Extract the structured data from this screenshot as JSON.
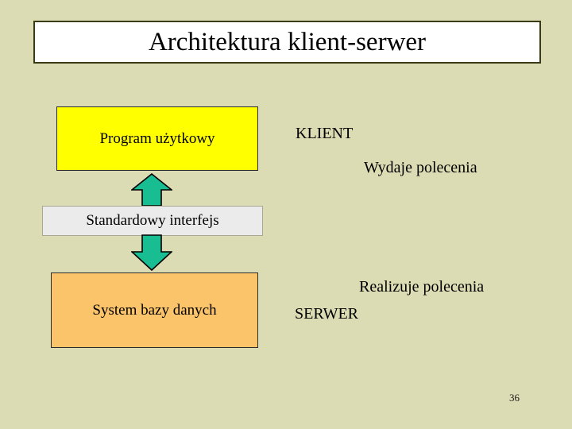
{
  "slide": {
    "background_color": "#dcdcb4",
    "title": "Architektura klient-serwer",
    "page_number": "36"
  },
  "diagram": {
    "boxes": [
      {
        "id": "program",
        "label": "Program użytkowy",
        "fill": "#ffff00",
        "border": "#2b2b2b"
      },
      {
        "id": "interface",
        "label": "Standardowy interfejs",
        "fill": "#ebebeb",
        "border": "#a8a894"
      },
      {
        "id": "database",
        "label": "System bazy danych",
        "fill": "#fbc36a",
        "border": "#2b2b2b"
      }
    ],
    "arrows": [
      {
        "id": "arrow-up",
        "direction": "up",
        "fill": "#19bd92",
        "border": "#000000"
      },
      {
        "id": "arrow-down",
        "direction": "down",
        "fill": "#19bd92",
        "border": "#000000"
      }
    ],
    "annotations": [
      {
        "id": "klient",
        "text": "KLIENT"
      },
      {
        "id": "wydaje-polecenia",
        "text": "Wydaje polecenia"
      },
      {
        "id": "realizuje-polecenia",
        "text": "Realizuje polecenia"
      },
      {
        "id": "serwer",
        "text": "SERWER"
      }
    ]
  }
}
